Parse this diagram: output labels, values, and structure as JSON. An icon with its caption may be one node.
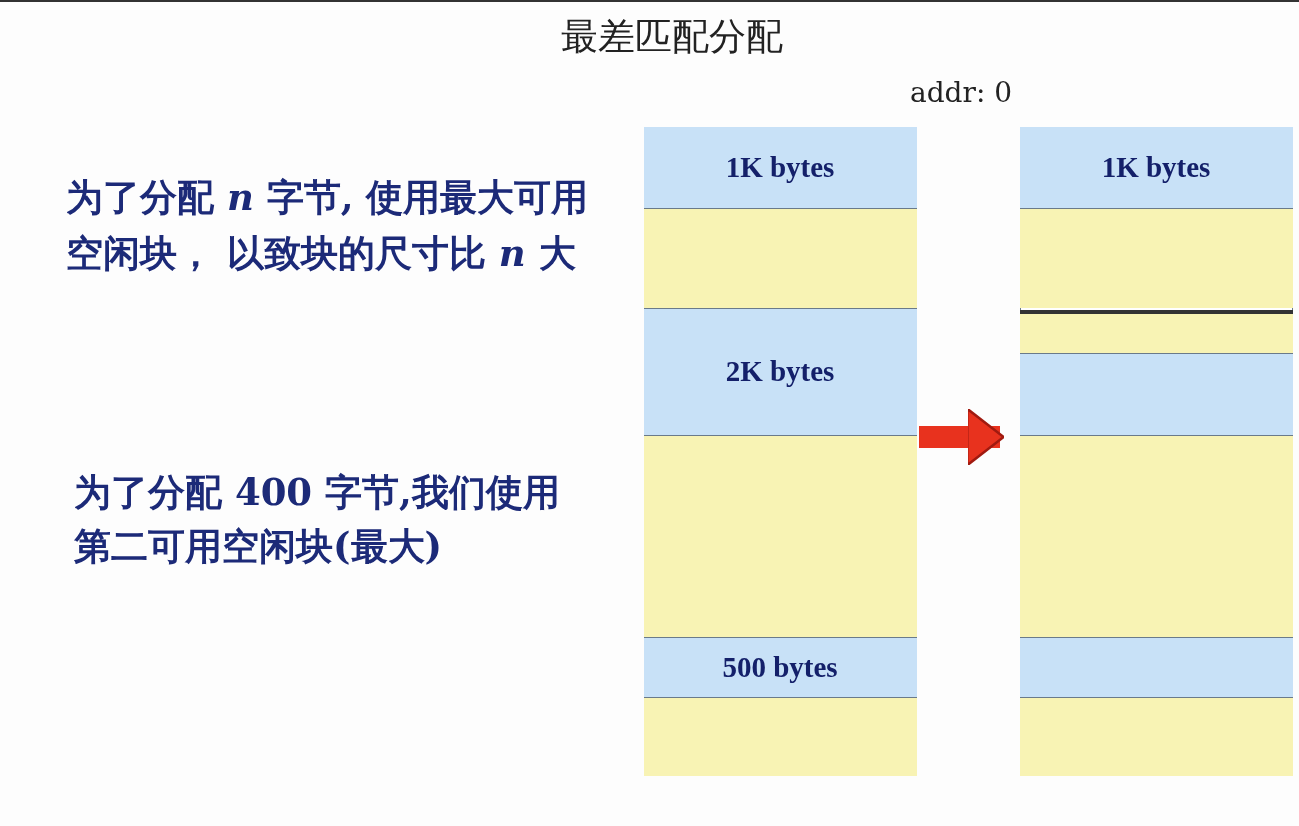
{
  "diagram": {
    "title": "最差匹配分配",
    "nodes": [
      {
        "text": [],
        "shape": "box"
      },
      {
        "text": [
          "1K bytes"
        ],
        "in": 0
      },
      {
        "text": [],
        "shape": "box",
        "in": 0
      },
      {
        "text": [
          "2K bytes"
        ],
        "in": 0
      },
      {
        "text": [],
        "shape": "box",
        "in": 0
      },
      {
        "text": [
          "500 bytes"
        ],
        "in": 0
      },
      {
        "text": [],
        "shape": "box",
        "in": 0
      },
      {
        "text": [],
        "shape": "box"
      },
      {
        "text": [
          "1K bytes"
        ],
        "in": 7
      },
      {
        "text": [],
        "shape": "box",
        "in": 7
      },
      {
        "text": [],
        "shape": "box",
        "in": 7
      },
      {
        "text": [],
        "shape": "box",
        "in": 7
      },
      {
        "text": [],
        "shape": "box",
        "in": 7
      },
      {
        "text": [],
        "shape": "box",
        "in": 7
      },
      {
        "text": [],
        "shape": "box",
        "in": 7
      }
    ],
    "edges": [
      {
        "from": 0,
        "to": 7,
        "arrow": "to",
        "color": "#e8321e"
      }
    ],
    "labels": [
      "addr: 0",
      "为了分配 *n* 字节, 使用最大可用空闲块， 以致块的尺寸比 *n* 大",
      "为了分配 400 字节,我们使用第二可用空闲块(最大)"
    ]
  }
}
